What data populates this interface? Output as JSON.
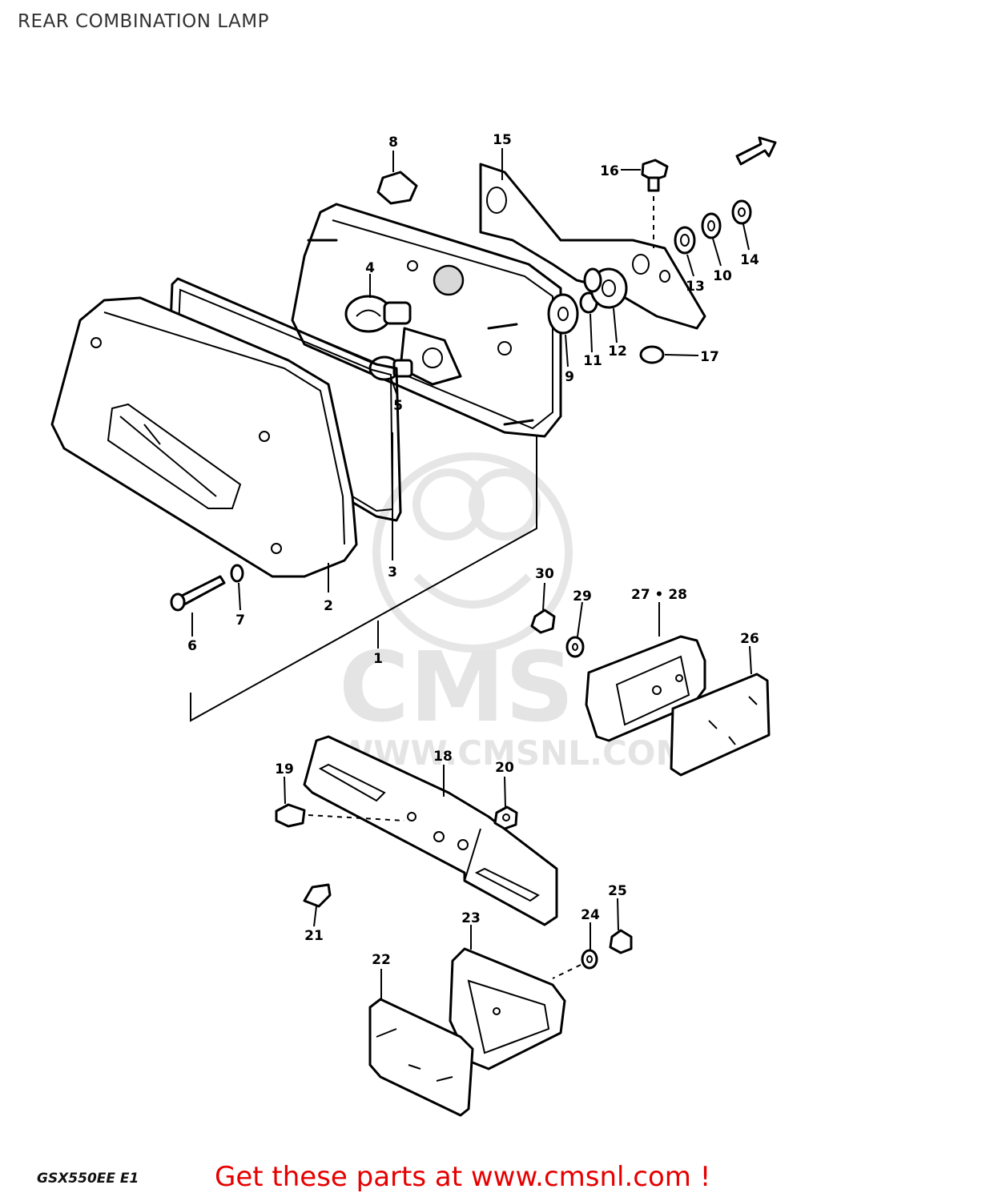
{
  "page": {
    "title": "REAR COMBINATION LAMP",
    "model_code": "GSX550EE E1",
    "promo_text": "Get these parts at www.cmsnl.com !",
    "accent_color": "#e60000"
  },
  "watermark": {
    "logo": "CMS",
    "url": "WWW.CMSNL.COM"
  },
  "callouts": [
    {
      "id": "c1",
      "label": "1"
    },
    {
      "id": "c2",
      "label": "2"
    },
    {
      "id": "c3",
      "label": "3"
    },
    {
      "id": "c4",
      "label": "4"
    },
    {
      "id": "c5",
      "label": "5"
    },
    {
      "id": "c6",
      "label": "6"
    },
    {
      "id": "c7",
      "label": "7"
    },
    {
      "id": "c8",
      "label": "8"
    },
    {
      "id": "c9",
      "label": "9"
    },
    {
      "id": "c10",
      "label": "10"
    },
    {
      "id": "c11",
      "label": "11"
    },
    {
      "id": "c12",
      "label": "12"
    },
    {
      "id": "c13",
      "label": "13"
    },
    {
      "id": "c14",
      "label": "14"
    },
    {
      "id": "c15",
      "label": "15"
    },
    {
      "id": "c16",
      "label": "16"
    },
    {
      "id": "c17",
      "label": "17"
    },
    {
      "id": "c18",
      "label": "18"
    },
    {
      "id": "c19",
      "label": "19"
    },
    {
      "id": "c20",
      "label": "20"
    },
    {
      "id": "c21",
      "label": "21"
    },
    {
      "id": "c22",
      "label": "22"
    },
    {
      "id": "c23",
      "label": "23"
    },
    {
      "id": "c24",
      "label": "24"
    },
    {
      "id": "c25",
      "label": "25"
    },
    {
      "id": "c26",
      "label": "26"
    },
    {
      "id": "c27",
      "label": "27 • 28"
    },
    {
      "id": "c29",
      "label": "29"
    },
    {
      "id": "c30",
      "label": "30"
    }
  ]
}
